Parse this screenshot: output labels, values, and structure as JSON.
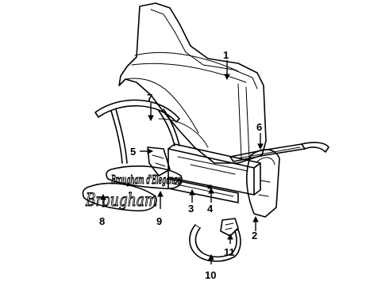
{
  "callouts": [
    {
      "id": "1",
      "label": "1"
    },
    {
      "id": "2",
      "label": "2"
    },
    {
      "id": "3",
      "label": "3"
    },
    {
      "id": "4",
      "label": "4"
    },
    {
      "id": "5",
      "label": "5"
    },
    {
      "id": "6",
      "label": "6"
    },
    {
      "id": "7",
      "label": "7"
    },
    {
      "id": "8",
      "label": "8"
    },
    {
      "id": "9",
      "label": "9"
    },
    {
      "id": "10",
      "label": "10"
    },
    {
      "id": "11",
      "label": "11"
    }
  ],
  "emblems": {
    "script_large": "Brougham",
    "script_small": "Brougham d'Elegance"
  },
  "colors": {
    "ink": "#000000",
    "background": "#ffffff"
  }
}
